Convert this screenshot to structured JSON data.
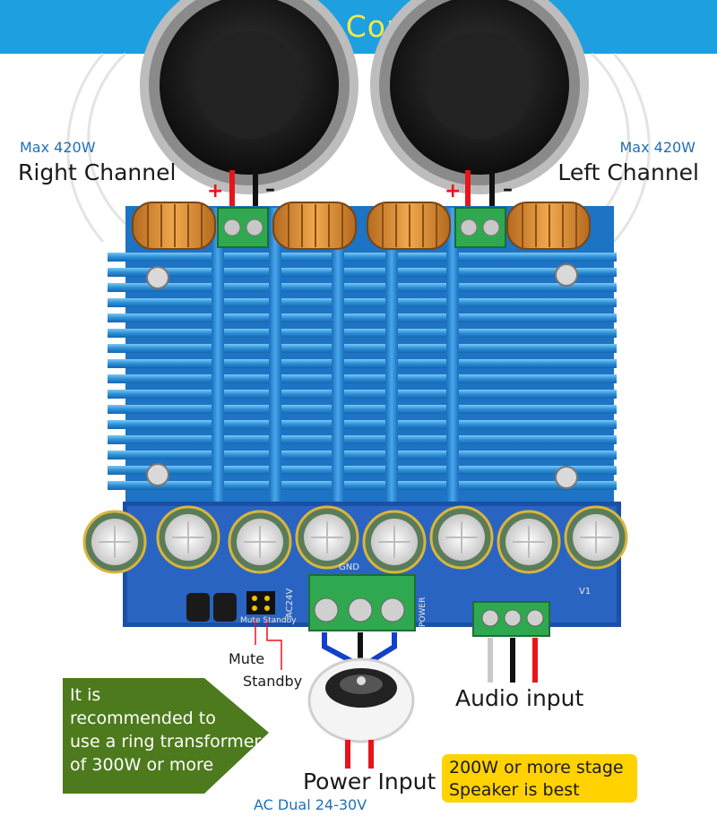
{
  "header": {
    "title": "Interface  Connection"
  },
  "right_channel": {
    "power": "Max 420W",
    "label": "Right Channel"
  },
  "left_channel": {
    "power": "Max 420W",
    "label": "Left Channel"
  },
  "polarity": {
    "plus": "+",
    "minus": "–"
  },
  "board": {
    "mute_label": "Mute",
    "standby_label": "Standby",
    "silk_mute_standby": "Mute Standby",
    "silk_ac24v": "AC24V",
    "silk_gnd": "GND",
    "silk_power": "POWER",
    "silk_v1": "V1"
  },
  "audio_input": {
    "label": "Audio input"
  },
  "power_input": {
    "label": "Power Input",
    "spec": "AC Dual 24-30V"
  },
  "recommendation": {
    "lines": [
      "It is",
      "recommended to",
      "use a ring transformer",
      "of 300W or more"
    ]
  },
  "speaker_note": {
    "lines": [
      "200W or more stage",
      "Speaker is best"
    ]
  },
  "colors": {
    "banner": "#1e9fe0",
    "title": "#f5e64a",
    "heatsink": "#2a8fd8",
    "callout": "#4d7a1c",
    "note": "#ffd200",
    "label_blue": "#1f6fb6"
  }
}
